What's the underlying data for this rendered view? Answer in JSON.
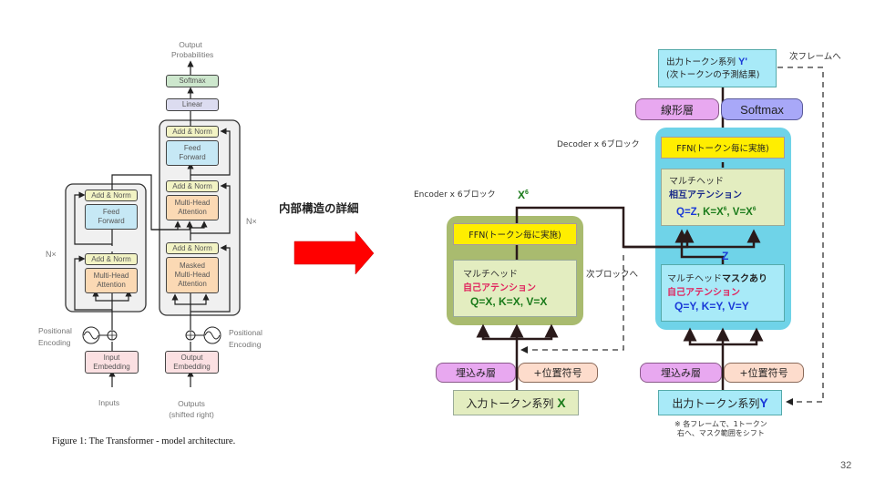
{
  "slide": {
    "page_number": "32",
    "arrow_label": "内部構造の詳細",
    "colors": {
      "arrow": "#ff0000",
      "encoder_bg": "#a9bb6f",
      "decoder_bg": "#6fd3e8",
      "ffn": "#ffee00",
      "embed": "#e8a8f0",
      "posenc": "#fddccc",
      "linear": "#e8a8f0",
      "softmax": "#a8a8f8"
    }
  },
  "original": {
    "caption": "Figure 1: The Transformer - model architecture.",
    "output_probs": [
      "Output",
      "Probabilities"
    ],
    "softmax": "Softmax",
    "linear": "Linear",
    "add_norm": "Add & Norm",
    "feed_forward": [
      "Feed",
      "Forward"
    ],
    "multi_head": [
      "Multi-Head",
      "Attention"
    ],
    "masked": [
      "Masked",
      "Multi-Head",
      "Attention"
    ],
    "nx": "N×",
    "positional": [
      "Positional",
      "Encoding"
    ],
    "input_embedding": [
      "Input",
      "Embedding"
    ],
    "output_embedding": [
      "Output",
      "Embedding"
    ],
    "inputs": "Inputs",
    "outputs": [
      "Outputs",
      "(shifted right)"
    ]
  },
  "detail": {
    "encoder_label": "Encoder x 6ブロック",
    "x6": "X",
    "x6_sup": "6",
    "decoder_label": "Decoder x 6ブロック",
    "ffn": "FFN(トークン毎に実施)",
    "enc_attn": {
      "l1": "マルチヘッド",
      "l2": "自己アテンション",
      "qkv": "Q=X, K=X, V=X"
    },
    "dec_cross": {
      "l1": "マルチヘッド",
      "l2": "相互アテンション",
      "q": "Q=Z",
      "k": "K=X",
      "v": "V=X",
      "sup": "6"
    },
    "dec_self": {
      "l1a": "マルチヘッド",
      "l1b": "マスクあり",
      "l2": "自己アテンション",
      "qkv": "Q=Y, K=Y, V=Y"
    },
    "z": "Z",
    "next_block": "次ブロックへ",
    "embed": "埋込み層",
    "posenc": "+位置符号",
    "input_seq": "入力トークン系列",
    "input_var": "X",
    "output_seq": "出力トークン系列",
    "output_var": "Y",
    "linear": "線形層",
    "softmax": "Softmax",
    "result_l1": "出力トークン系列",
    "result_var": "Y'",
    "result_l2": "(次トークンの予測結果)",
    "next_frame": "次フレームへ",
    "note_l1": "※ 各フレームで、1トークン",
    "note_l2": "右へ、マスク範囲をシフト"
  }
}
